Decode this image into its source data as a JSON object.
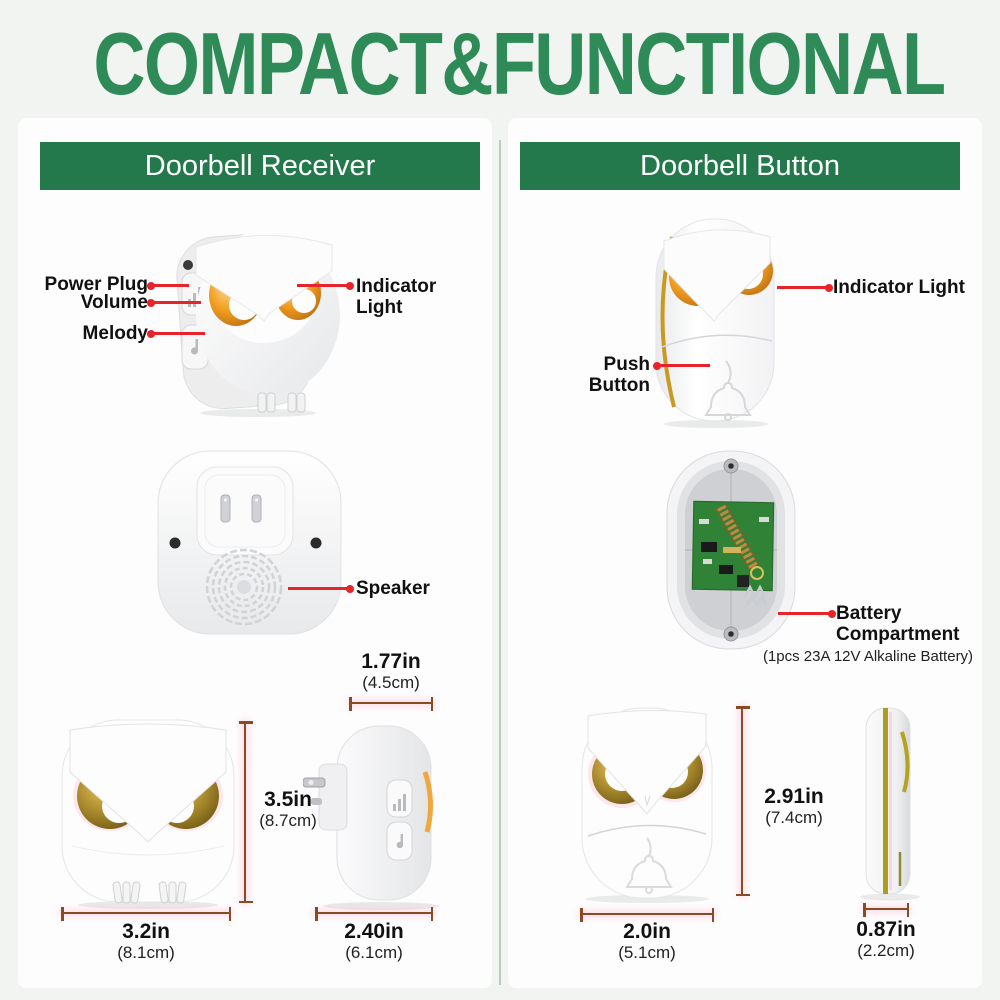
{
  "title": "COMPACT&FUNCTIONAL",
  "receiver": {
    "header": "Doorbell Receiver",
    "labels": {
      "power_plug": "Power Plug",
      "volume": "Volume",
      "melody": "Melody",
      "indicator_light": "Indicator Light",
      "speaker": "Speaker"
    },
    "dimensions": {
      "top_width": {
        "value": "1.77in",
        "metric": "(4.5cm)"
      },
      "height": {
        "value": "3.5in",
        "metric": "(8.7cm)"
      },
      "width": {
        "value": "3.2in",
        "metric": "(8.1cm)"
      },
      "depth": {
        "value": "2.40in",
        "metric": "(6.1cm)"
      }
    }
  },
  "button": {
    "header": "Doorbell Button",
    "labels": {
      "indicator_light": "Indicator Light",
      "push_button": "Push Button",
      "battery_compartment": "Battery Compartment",
      "battery_note": "(1pcs 23A 12V Alkaline Battery)"
    },
    "dimensions": {
      "height": {
        "value": "2.91in",
        "metric": "(7.4cm)"
      },
      "width": {
        "value": "2.0in",
        "metric": "(5.1cm)"
      },
      "depth": {
        "value": "0.87in",
        "metric": "(2.2cm)"
      }
    }
  },
  "colors": {
    "title_green": "#2e8b57",
    "bar_green": "#23794b",
    "callout_red": "#e82329",
    "dimension_brown": "#8a4a23",
    "eye_orange": "#f09c1e"
  }
}
